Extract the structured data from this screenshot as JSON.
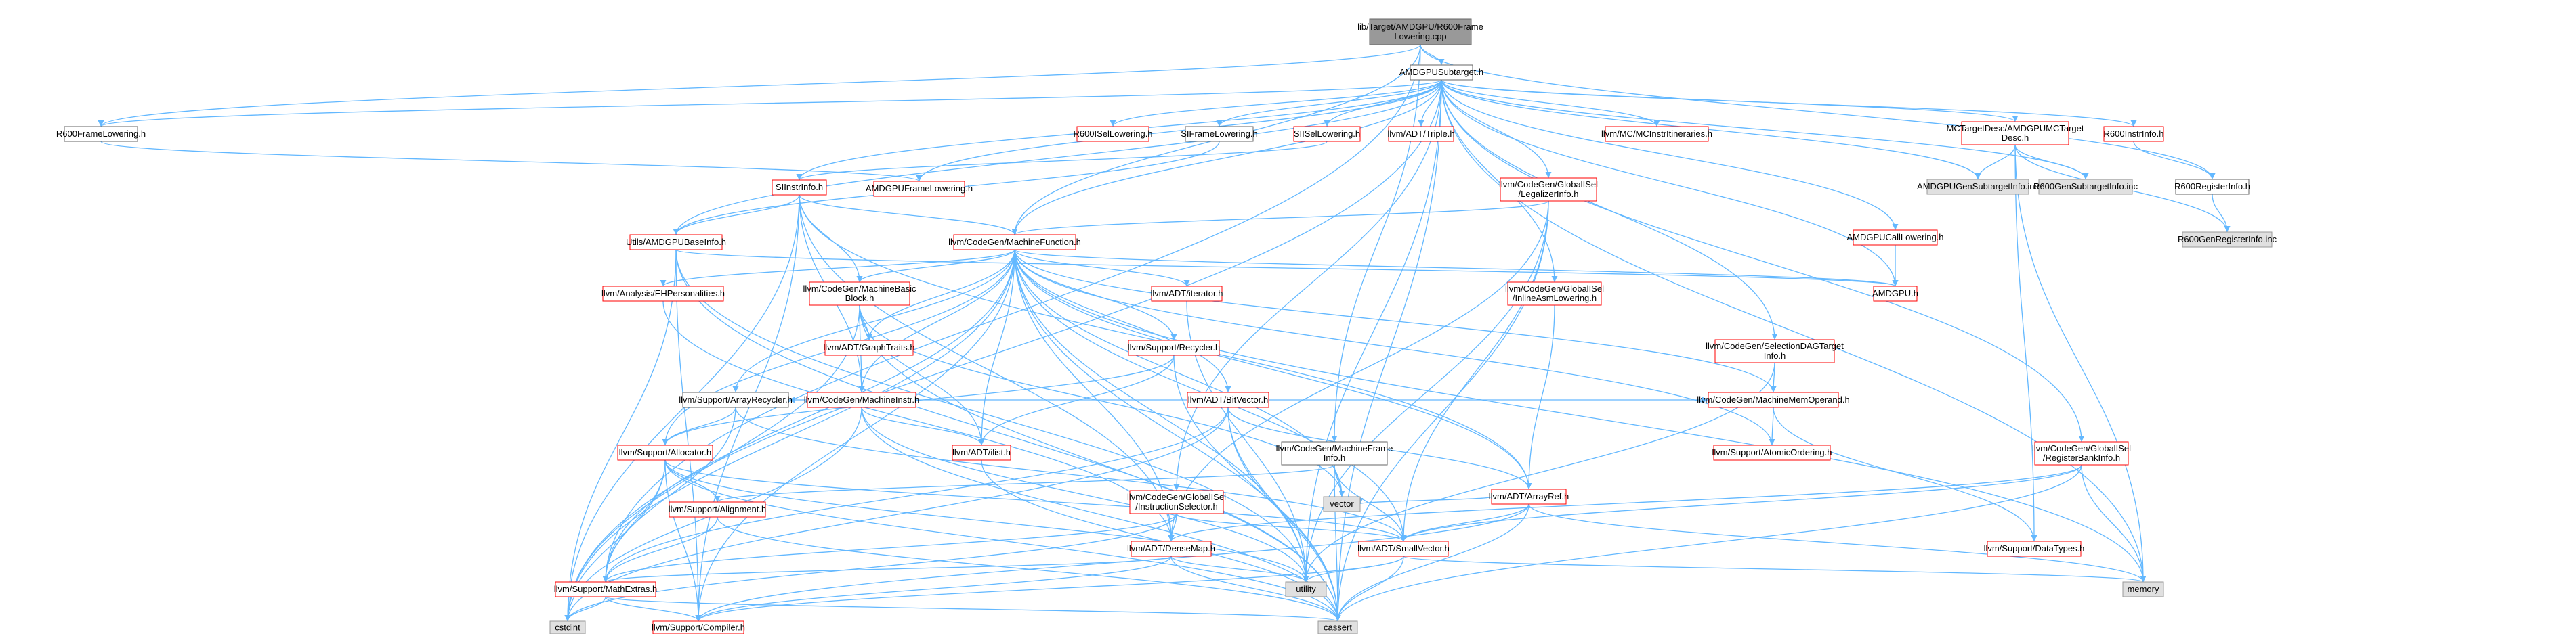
{
  "nodes": [
    {
      "id": "root",
      "lines": [
        "lib/Target/AMDGPU/R600Frame",
        "Lowering.cpp"
      ],
      "kind": "root"
    },
    {
      "id": "amdgpusubtarget",
      "lines": [
        "AMDGPUSubtarget.h"
      ],
      "kind": "file"
    },
    {
      "id": "r600framelowering",
      "lines": [
        "R600FrameLowering.h"
      ],
      "kind": "file"
    },
    {
      "id": "amdgpuframelowering",
      "lines": [
        "AMDGPUFrameLowering.h"
      ],
      "kind": "red"
    },
    {
      "id": "r600isellowering",
      "lines": [
        "R600ISelLowering.h"
      ],
      "kind": "red"
    },
    {
      "id": "siframelowering",
      "lines": [
        "SIFrameLowering.h"
      ],
      "kind": "file"
    },
    {
      "id": "siisellowering",
      "lines": [
        "SIISelLowering.h"
      ],
      "kind": "red"
    },
    {
      "id": "siinstrinfo",
      "lines": [
        "SIInstrInfo.h"
      ],
      "kind": "red"
    },
    {
      "id": "utilsbaseinfo",
      "lines": [
        "Utils/AMDGPUBaseInfo.h"
      ],
      "kind": "red"
    },
    {
      "id": "machinefunction",
      "lines": [
        "llvm/CodeGen/MachineFunction.h"
      ],
      "kind": "red"
    },
    {
      "id": "triple",
      "lines": [
        "llvm/ADT/Triple.h"
      ],
      "kind": "red"
    },
    {
      "id": "legalizerinfo",
      "lines": [
        "llvm/CodeGen/GlobalISel",
        "/LegalizerInfo.h"
      ],
      "kind": "red"
    },
    {
      "id": "mcinstritin",
      "lines": [
        "llvm/MC/MCInstrItineraries.h"
      ],
      "kind": "red"
    },
    {
      "id": "mctargetdesc",
      "lines": [
        "MCTargetDesc/AMDGPUMCTarget",
        "Desc.h"
      ],
      "kind": "red"
    },
    {
      "id": "r600instrinfo",
      "lines": [
        "R600InstrInfo.h"
      ],
      "kind": "red"
    },
    {
      "id": "r600registerinfo",
      "lines": [
        "R600RegisterInfo.h"
      ],
      "kind": "file"
    },
    {
      "id": "amdgpugensubinc",
      "lines": [
        "AMDGPUGenSubtargetInfo.inc"
      ],
      "kind": "sys"
    },
    {
      "id": "r600gensubinc",
      "lines": [
        "R600GenSubtargetInfo.inc"
      ],
      "kind": "sys"
    },
    {
      "id": "r600genreginc",
      "lines": [
        "R600GenRegisterInfo.inc"
      ],
      "kind": "sys"
    },
    {
      "id": "amdgpucalllowering",
      "lines": [
        "AMDGPUCallLowering.h"
      ],
      "kind": "red"
    },
    {
      "id": "amdgpuh",
      "lines": [
        "AMDGPU.h"
      ],
      "kind": "red"
    },
    {
      "id": "inlineasmlowering",
      "lines": [
        "llvm/CodeGen/GlobalISel",
        "/InlineAsmLowering.h"
      ],
      "kind": "red"
    },
    {
      "id": "selectiondagtarget",
      "lines": [
        "llvm/CodeGen/SelectionDAGTarget",
        "Info.h"
      ],
      "kind": "red"
    },
    {
      "id": "ehpersonalities",
      "lines": [
        "llvm/Analysis/EHPersonalities.h"
      ],
      "kind": "red"
    },
    {
      "id": "machinebasicblock",
      "lines": [
        "llvm/CodeGen/MachineBasic",
        "Block.h"
      ],
      "kind": "red"
    },
    {
      "id": "adtiterator",
      "lines": [
        "llvm/ADT/iterator.h"
      ],
      "kind": "red"
    },
    {
      "id": "graphtraits",
      "lines": [
        "llvm/ADT/GraphTraits.h"
      ],
      "kind": "red"
    },
    {
      "id": "machineinstr",
      "lines": [
        "llvm/CodeGen/MachineInstr.h"
      ],
      "kind": "red"
    },
    {
      "id": "recycler",
      "lines": [
        "llvm/Support/Recycler.h"
      ],
      "kind": "red"
    },
    {
      "id": "arrayrecycler",
      "lines": [
        "llvm/Support/ArrayRecycler.h"
      ],
      "kind": "file"
    },
    {
      "id": "ilist",
      "lines": [
        "llvm/ADT/ilist.h"
      ],
      "kind": "red"
    },
    {
      "id": "bitvector",
      "lines": [
        "llvm/ADT/BitVector.h"
      ],
      "kind": "red"
    },
    {
      "id": "machinememoperand",
      "lines": [
        "llvm/CodeGen/MachineMemOperand.h"
      ],
      "kind": "red"
    },
    {
      "id": "atomicordering",
      "lines": [
        "llvm/Support/AtomicOrdering.h"
      ],
      "kind": "red"
    },
    {
      "id": "machineframeinfo",
      "lines": [
        "llvm/CodeGen/MachineFrame",
        "Info.h"
      ],
      "kind": "file"
    },
    {
      "id": "registerbankinfo",
      "lines": [
        "llvm/CodeGen/GlobalISel",
        "/RegisterBankInfo.h"
      ],
      "kind": "red"
    },
    {
      "id": "allocator",
      "lines": [
        "llvm/Support/Allocator.h"
      ],
      "kind": "red"
    },
    {
      "id": "instructionselector",
      "lines": [
        "llvm/CodeGen/GlobalISel",
        "/InstructionSelector.h"
      ],
      "kind": "red"
    },
    {
      "id": "arrayref",
      "lines": [
        "llvm/ADT/ArrayRef.h"
      ],
      "kind": "red"
    },
    {
      "id": "alignment",
      "lines": [
        "llvm/Support/Alignment.h"
      ],
      "kind": "red"
    },
    {
      "id": "densemap",
      "lines": [
        "llvm/ADT/DenseMap.h"
      ],
      "kind": "red"
    },
    {
      "id": "smallvector",
      "lines": [
        "llvm/ADT/SmallVector.h"
      ],
      "kind": "red"
    },
    {
      "id": "datatypes",
      "lines": [
        "llvm/Support/DataTypes.h"
      ],
      "kind": "red"
    },
    {
      "id": "vector",
      "lines": [
        "vector"
      ],
      "kind": "sys"
    },
    {
      "id": "mathextras",
      "lines": [
        "llvm/Support/MathExtras.h"
      ],
      "kind": "red"
    },
    {
      "id": "utility",
      "lines": [
        "utility"
      ],
      "kind": "sys"
    },
    {
      "id": "memory",
      "lines": [
        "memory"
      ],
      "kind": "sys"
    },
    {
      "id": "cstdint",
      "lines": [
        "cstdint"
      ],
      "kind": "sys"
    },
    {
      "id": "compiler",
      "lines": [
        "llvm/Support/Compiler.h"
      ],
      "kind": "red"
    },
    {
      "id": "cassert",
      "lines": [
        "cassert"
      ],
      "kind": "sys"
    }
  ],
  "edges": [
    [
      "root",
      "amdgpusubtarget"
    ],
    [
      "root",
      "r600framelowering"
    ],
    [
      "root",
      "machinefunction"
    ],
    [
      "root",
      "machineframeinfo"
    ],
    [
      "root",
      "r600registerinfo"
    ],
    [
      "root",
      "mathextras"
    ],
    [
      "r600framelowering",
      "amdgpuframelowering"
    ],
    [
      "amdgpusubtarget",
      "r600framelowering"
    ],
    [
      "amdgpusubtarget",
      "amdgpuframelowering"
    ],
    [
      "amdgpusubtarget",
      "r600isellowering"
    ],
    [
      "amdgpusubtarget",
      "siframelowering"
    ],
    [
      "amdgpusubtarget",
      "siisellowering"
    ],
    [
      "amdgpusubtarget",
      "siinstrinfo"
    ],
    [
      "amdgpusubtarget",
      "utilsbaseinfo"
    ],
    [
      "amdgpusubtarget",
      "machinefunction"
    ],
    [
      "amdgpusubtarget",
      "triple"
    ],
    [
      "amdgpusubtarget",
      "legalizerinfo"
    ],
    [
      "amdgpusubtarget",
      "mcinstritin"
    ],
    [
      "amdgpusubtarget",
      "mctargetdesc"
    ],
    [
      "amdgpusubtarget",
      "r600instrinfo"
    ],
    [
      "amdgpusubtarget",
      "amdgpugensubinc"
    ],
    [
      "amdgpusubtarget",
      "r600gensubinc"
    ],
    [
      "amdgpusubtarget",
      "amdgpucalllowering"
    ],
    [
      "amdgpusubtarget",
      "amdgpuh"
    ],
    [
      "amdgpusubtarget",
      "inlineasmlowering"
    ],
    [
      "amdgpusubtarget",
      "selectiondagtarget"
    ],
    [
      "amdgpusubtarget",
      "registerbankinfo"
    ],
    [
      "amdgpusubtarget",
      "instructionselector"
    ],
    [
      "amdgpusubtarget",
      "cstdint"
    ],
    [
      "amdgpusubtarget",
      "utility"
    ],
    [
      "amdgpusubtarget",
      "memory"
    ],
    [
      "amdgpusubtarget",
      "cassert"
    ],
    [
      "siisellowering",
      "siinstrinfo"
    ],
    [
      "siframelowering",
      "utilsbaseinfo"
    ],
    [
      "siinstrinfo",
      "utilsbaseinfo"
    ],
    [
      "siinstrinfo",
      "machinefunction"
    ],
    [
      "siinstrinfo",
      "machinebasicblock"
    ],
    [
      "siinstrinfo",
      "machineinstr"
    ],
    [
      "siinstrinfo",
      "arrayref"
    ],
    [
      "siinstrinfo",
      "compiler"
    ],
    [
      "siinstrinfo",
      "cstdint"
    ],
    [
      "siinstrinfo",
      "densemap"
    ],
    [
      "utilsbaseinfo",
      "amdgpuh"
    ],
    [
      "utilsbaseinfo",
      "cstdint"
    ],
    [
      "utilsbaseinfo",
      "compiler"
    ],
    [
      "utilsbaseinfo",
      "cassert"
    ],
    [
      "utilsbaseinfo",
      "utility"
    ],
    [
      "legalizerinfo",
      "machinefunction"
    ],
    [
      "legalizerinfo",
      "smallvector"
    ],
    [
      "legalizerinfo",
      "densemap"
    ],
    [
      "legalizerinfo",
      "utility"
    ],
    [
      "legalizerinfo",
      "cassert"
    ],
    [
      "mctargetdesc",
      "amdgpugensubinc"
    ],
    [
      "mctargetdesc",
      "r600gensubinc"
    ],
    [
      "mctargetdesc",
      "r600genreginc"
    ],
    [
      "mctargetdesc",
      "datatypes"
    ],
    [
      "mctargetdesc",
      "memory"
    ],
    [
      "r600instrinfo",
      "r600registerinfo"
    ],
    [
      "r600registerinfo",
      "r600genreginc"
    ],
    [
      "amdgpucalllowering",
      "amdgpuh"
    ],
    [
      "inlineasmlowering",
      "arrayref"
    ],
    [
      "selectiondagtarget",
      "machinememoperand"
    ],
    [
      "selectiondagtarget",
      "utility"
    ],
    [
      "machinefunction",
      "ehpersonalities"
    ],
    [
      "machinefunction",
      "machinebasicblock"
    ],
    [
      "machinefunction",
      "adtiterator"
    ],
    [
      "machinefunction",
      "graphtraits"
    ],
    [
      "machinefunction",
      "machineinstr"
    ],
    [
      "machinefunction",
      "recycler"
    ],
    [
      "machinefunction",
      "arrayrecycler"
    ],
    [
      "machinefunction",
      "ilist"
    ],
    [
      "machinefunction",
      "bitvector"
    ],
    [
      "machinefunction",
      "machinememoperand"
    ],
    [
      "machinefunction",
      "atomicordering"
    ],
    [
      "machinefunction",
      "allocator"
    ],
    [
      "machinefunction",
      "arrayref"
    ],
    [
      "machinefunction",
      "densemap"
    ],
    [
      "machinefunction",
      "smallvector"
    ],
    [
      "machinefunction",
      "vector"
    ],
    [
      "machinefunction",
      "utility"
    ],
    [
      "machinefunction",
      "memory"
    ],
    [
      "machinefunction",
      "cstdint"
    ],
    [
      "machinefunction",
      "compiler"
    ],
    [
      "machinefunction",
      "cassert"
    ],
    [
      "machinefunction",
      "amdgpuh"
    ],
    [
      "machinefunction",
      "mathextras"
    ],
    [
      "ehpersonalities",
      "densemap"
    ],
    [
      "machinebasicblock",
      "graphtraits"
    ],
    [
      "machinebasicblock",
      "machineinstr"
    ],
    [
      "machinebasicblock",
      "ilist"
    ],
    [
      "machinebasicblock",
      "cstdint"
    ],
    [
      "machinebasicblock",
      "cassert"
    ],
    [
      "machinebasicblock",
      "vector"
    ],
    [
      "adtiterator",
      "utility"
    ],
    [
      "machineinstr",
      "arrayrecycler"
    ],
    [
      "machineinstr",
      "ilist"
    ],
    [
      "machineinstr",
      "machinememoperand"
    ],
    [
      "machineinstr",
      "cstdint"
    ],
    [
      "machineinstr",
      "utility"
    ],
    [
      "machineinstr",
      "cassert"
    ],
    [
      "recycler",
      "ilist"
    ],
    [
      "recycler",
      "cassert"
    ],
    [
      "recycler",
      "allocator"
    ],
    [
      "arrayrecycler",
      "allocator"
    ],
    [
      "arrayrecycler",
      "smallvector"
    ],
    [
      "arrayrecycler",
      "mathextras"
    ],
    [
      "ilist",
      "cassert"
    ],
    [
      "bitvector",
      "arrayref"
    ],
    [
      "bitvector",
      "mathextras"
    ],
    [
      "bitvector",
      "cassert"
    ],
    [
      "bitvector",
      "utility"
    ],
    [
      "bitvector",
      "cstdint"
    ],
    [
      "machinememoperand",
      "atomicordering"
    ],
    [
      "machinememoperand",
      "datatypes"
    ],
    [
      "machineframeinfo",
      "smallvector"
    ],
    [
      "machineframeinfo",
      "alignment"
    ],
    [
      "machineframeinfo",
      "vector"
    ],
    [
      "machineframeinfo",
      "cassert"
    ],
    [
      "registerbankinfo",
      "smallvector"
    ],
    [
      "registerbankinfo",
      "memory"
    ],
    [
      "registerbankinfo",
      "cassert"
    ],
    [
      "registerbankinfo",
      "densemap"
    ],
    [
      "allocator",
      "alignment"
    ],
    [
      "allocator",
      "mathextras"
    ],
    [
      "allocator",
      "compiler"
    ],
    [
      "allocator",
      "cstdint"
    ],
    [
      "allocator",
      "cassert"
    ],
    [
      "allocator",
      "utility"
    ],
    [
      "allocator",
      "smallvector"
    ],
    [
      "instructionselector",
      "densemap"
    ],
    [
      "instructionselector",
      "smallvector"
    ],
    [
      "instructionselector",
      "cstdint"
    ],
    [
      "instructionselector",
      "mathextras"
    ],
    [
      "arrayref",
      "smallvector"
    ],
    [
      "arrayref",
      "compiler"
    ],
    [
      "arrayref",
      "cassert"
    ],
    [
      "arrayref",
      "vector"
    ],
    [
      "arrayref",
      "memory"
    ],
    [
      "alignment",
      "mathextras"
    ],
    [
      "alignment",
      "cassert"
    ],
    [
      "densemap",
      "mathextras"
    ],
    [
      "densemap",
      "compiler"
    ],
    [
      "densemap",
      "cassert"
    ],
    [
      "densemap",
      "utility"
    ],
    [
      "smallvector",
      "compiler"
    ],
    [
      "smallvector",
      "cassert"
    ],
    [
      "smallvector",
      "utility"
    ],
    [
      "smallvector",
      "memory"
    ],
    [
      "mathextras",
      "compiler"
    ],
    [
      "mathextras",
      "cstdint"
    ],
    [
      "mathextras",
      "cassert"
    ]
  ]
}
